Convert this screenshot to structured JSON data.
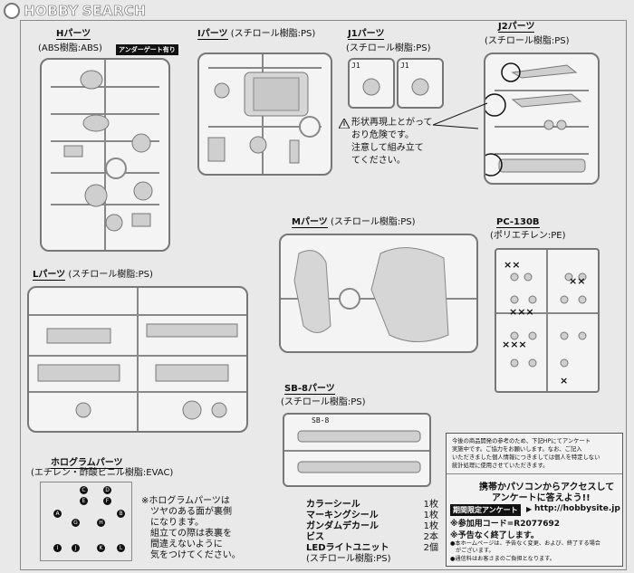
{
  "logo": {
    "part1": "HOBBY",
    "part2": "SEARCH"
  },
  "h_parts": {
    "title": "Hパーツ",
    "material": "(ABS樹脂:ABS)",
    "badge": "アンダーゲート有り"
  },
  "i_parts": {
    "title": "Iパーツ",
    "material": "(スチロール樹脂:PS)"
  },
  "j1_parts": {
    "title": "J1パーツ",
    "material": "(スチロール樹脂:PS)",
    "runner_label_left": "J1",
    "runner_label_right": "J1"
  },
  "j2_parts": {
    "title": "J2パーツ",
    "material": "(スチロール樹脂:PS)"
  },
  "warning": {
    "icon": "warning-triangle-icon",
    "line1": "形状再現上とがって",
    "line2": "おり危険です。",
    "line3": "注意して組み立て",
    "line4": "てください。"
  },
  "m_parts": {
    "title": "Mパーツ",
    "material": "(スチロール樹脂:PS)"
  },
  "pc130b": {
    "title": "PC-130B",
    "material": "(ポリエチレン:PE)"
  },
  "l_parts": {
    "title": "Lパーツ",
    "material": "(スチロール樹脂:PS)"
  },
  "sb8_parts": {
    "title": "SB-8パーツ",
    "material": "(スチロール樹脂:PS)",
    "runner_label": "SB-8"
  },
  "hologram": {
    "title": "ホログラムパーツ",
    "material": "(エチレン・酢酸ビニル樹脂:EVAC)",
    "note_lines": [
      "※ホログラムパーツは",
      "ツヤのある面が裏側",
      "になります。",
      "組立ての際は表裏を",
      "間違えないように",
      "気をつけてください。"
    ],
    "letters": [
      "C",
      "D",
      "E",
      "F",
      "A",
      "B",
      "G",
      "H",
      "I",
      "J",
      "K",
      "L"
    ]
  },
  "accessories": [
    {
      "name": "カラーシール",
      "qty": "1枚"
    },
    {
      "name": "マーキングシール",
      "qty": "1枚"
    },
    {
      "name": "ガンダムデカール",
      "qty": "1枚"
    },
    {
      "name": "ビス",
      "qty": "2本"
    },
    {
      "name": "LEDライトユニット",
      "qty": "2個"
    }
  ],
  "accessories_note": "(スチロール樹脂:PS)",
  "survey": {
    "intro_lines": [
      "今後の商品開発の参考のため、下記HPにてアンケート",
      "実施中です。ご協力をお願いします。なお、ご記入",
      "いただきました個人情報につきましては個人を特定しない",
      "統計処理に使用させていただきます。"
    ],
    "headline1": "携帯かパソコンからアクセスして",
    "headline2": "アンケートに答えよう!!",
    "period_badge": "期間限定アンケート",
    "url": "http://hobbysite.jp",
    "code_label": "※参加用コード=R2077692",
    "end_note": "※予告なく終了します。",
    "note1": "●本ホームページは、予告なく変更、および、終了する場合",
    "note1b": "がございます。",
    "note2": "●通信料はお客さまのご負担となります。"
  }
}
